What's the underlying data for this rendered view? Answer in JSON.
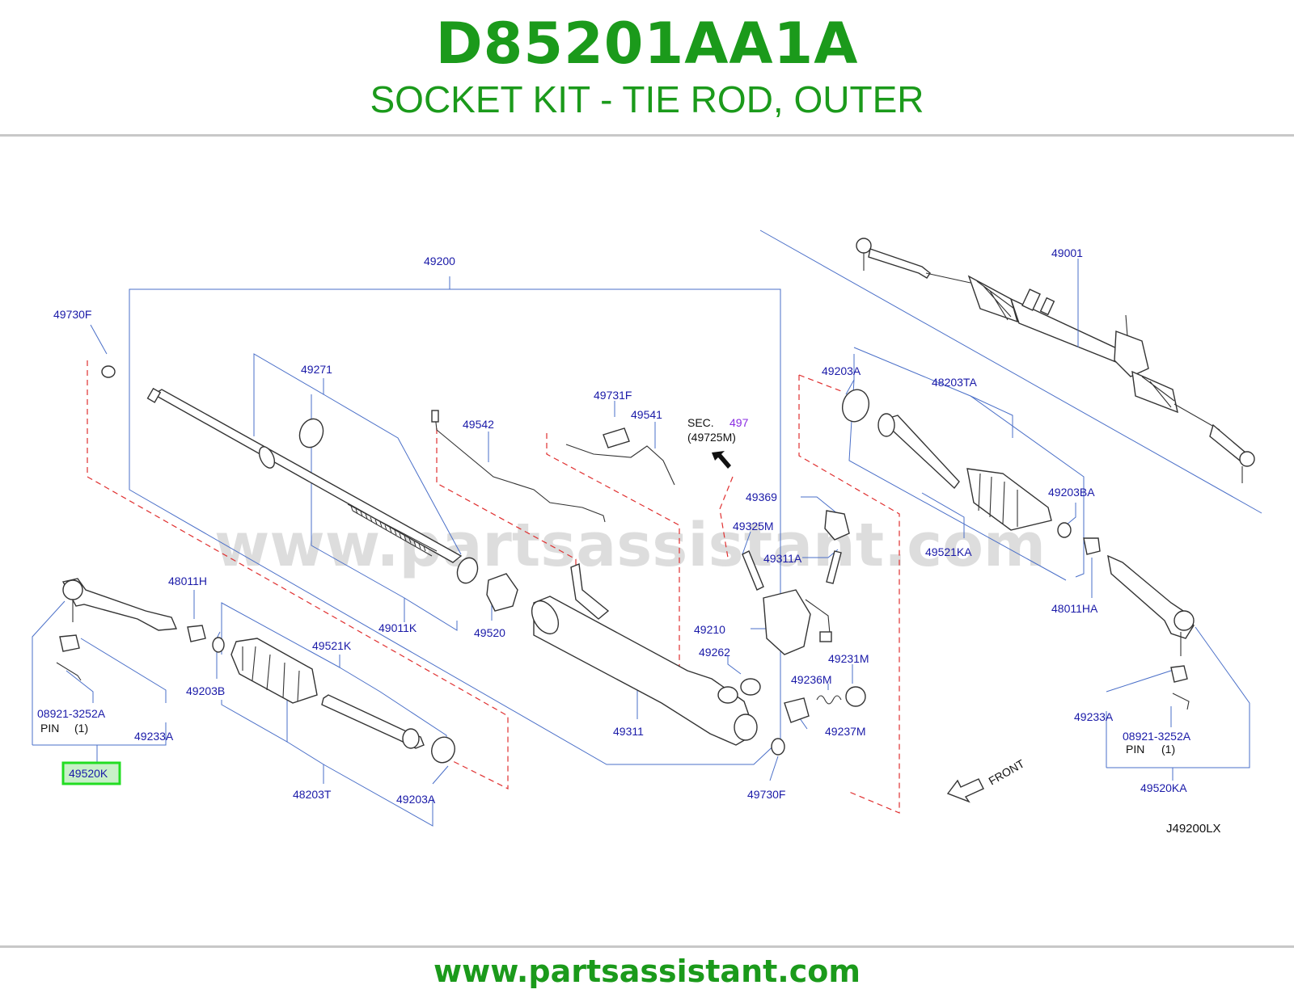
{
  "header": {
    "part_number": "D85201AA1A",
    "part_title": "SOCKET KIT - TIE ROD, OUTER"
  },
  "footer": {
    "url": "www.partsassistant.com"
  },
  "diagram": {
    "watermark": "www.partsassistant.com",
    "diagram_code": "J49200LX",
    "front_label": "FRONT",
    "highlighted_part": "49520K",
    "highlight_color": "#22dd22",
    "labels": {
      "p49200": "49200",
      "p49730F_left": "49730F",
      "p49271": "49271",
      "p49542": "49542",
      "p49731F": "49731F",
      "p49541": "49541",
      "sec_text": "SEC.",
      "sec_num": "497",
      "sec_ref": "(49725M)",
      "p49001": "49001",
      "p49203A_top": "49203A",
      "p48203TA": "48203TA",
      "p49369": "49369",
      "p49325M": "49325M",
      "p49311A": "49311A",
      "p49203BA": "49203BA",
      "p49521KA": "49521KA",
      "p48011H": "48011H",
      "p49011K": "49011K",
      "p49520": "49520",
      "p49210": "49210",
      "p49262": "49262",
      "p49231M": "49231M",
      "p49236M": "49236M",
      "p48011HA": "48011HA",
      "p49521K": "49521K",
      "p08921_left": "08921-3252A",
      "pin_left": "PIN",
      "pin_qty_left": "(1)",
      "p49233A_left": "49233A",
      "p49203B": "49203B",
      "p49311": "49311",
      "p49237M": "49237M",
      "p49233A_right": "49233A",
      "p08921_right": "08921-3252A",
      "pin_right": "PIN",
      "pin_qty_right": "(1)",
      "p49520KA": "49520KA",
      "p48203T": "48203T",
      "p49203A_bottom": "49203A",
      "p49730F_bottom": "49730F",
      "p49520K": "49520K"
    }
  }
}
